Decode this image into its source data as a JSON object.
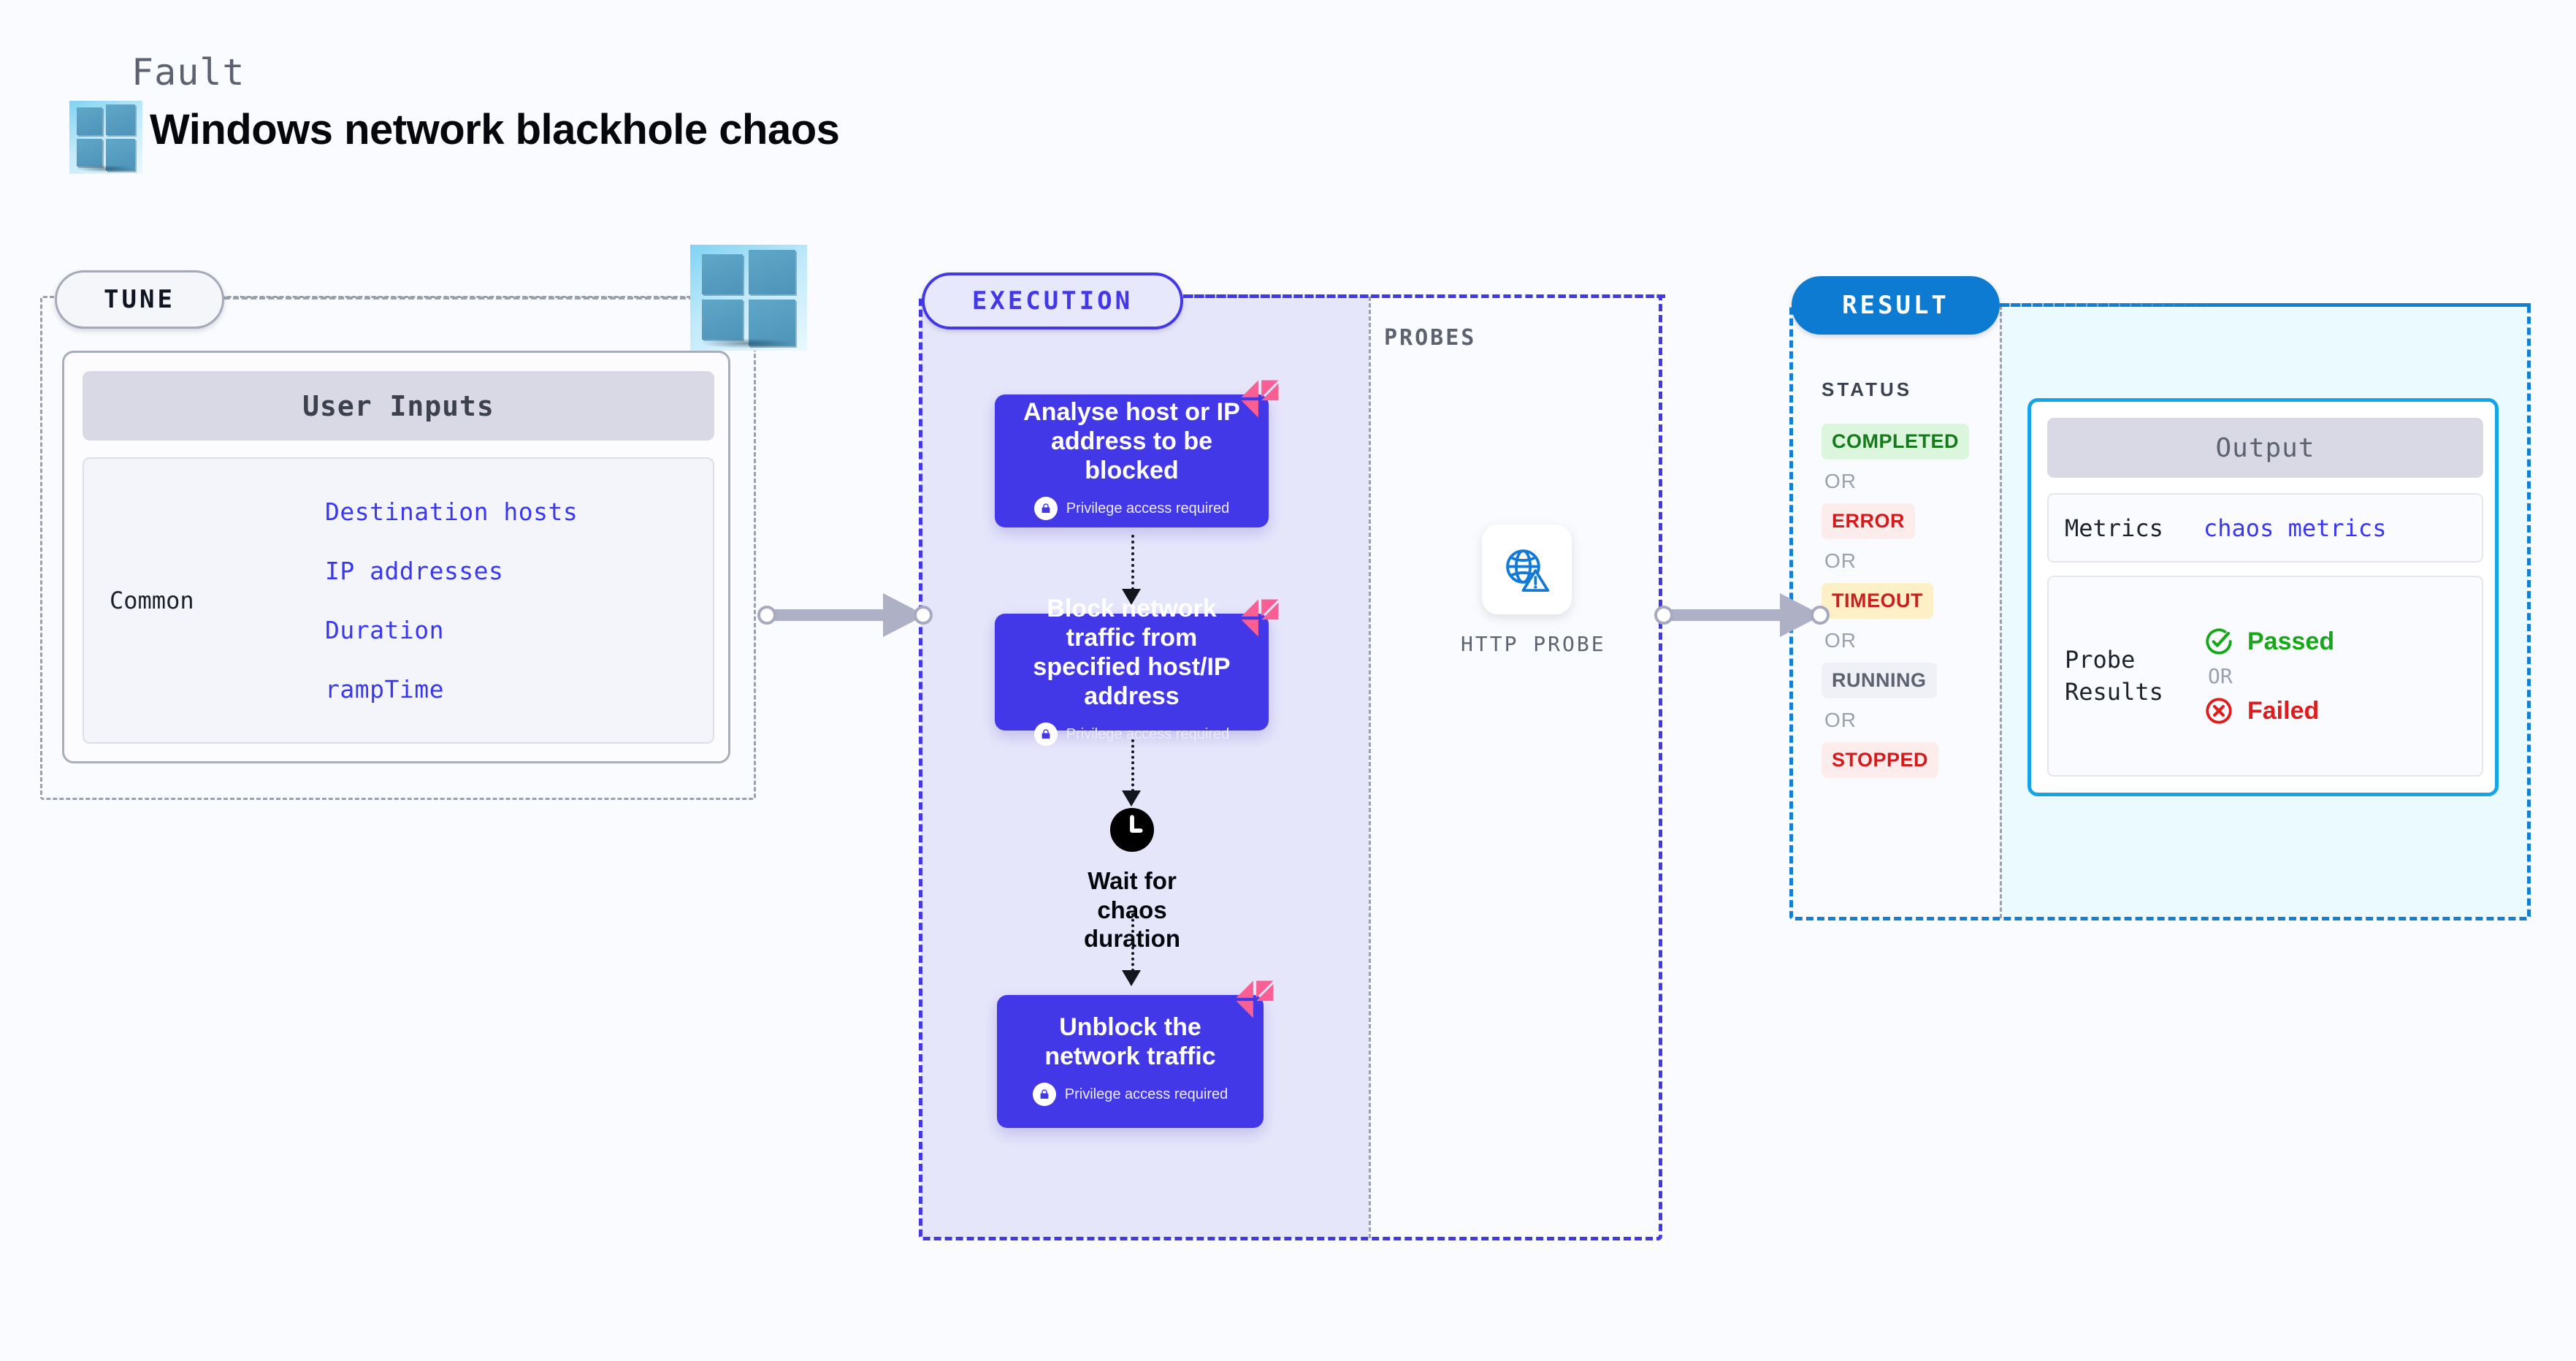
{
  "header": {
    "kicker": "Fault",
    "title": "Windows network blackhole chaos",
    "logo_icon": "windows-logo-icon"
  },
  "tune": {
    "pill_label": "TUNE",
    "logo_icon": "windows-logo-icon",
    "user_inputs_title": "User Inputs",
    "group_label": "Common",
    "inputs": [
      "Destination hosts",
      "IP addresses",
      "Duration",
      "rampTime"
    ]
  },
  "execution": {
    "pill_label": "EXECUTION",
    "steps": [
      {
        "title": "Analyse host or IP address to be blocked",
        "privilege": "Privilege access required",
        "lock_icon": "lock-icon",
        "ribbon_icon": "chaos-ribbon-icon"
      },
      {
        "title": "Block network traffic from specified host/IP address",
        "privilege": "Privilege access required",
        "lock_icon": "lock-icon",
        "ribbon_icon": "chaos-ribbon-icon"
      },
      {
        "title": "Unblock the network traffic",
        "privilege": "Privilege access required",
        "lock_icon": "lock-icon",
        "ribbon_icon": "chaos-ribbon-icon"
      }
    ],
    "wait_step": {
      "label": "Wait for chaos duration",
      "icon": "clock-icon"
    }
  },
  "probes": {
    "section_label": "PROBES",
    "items": [
      {
        "caption": "HTTP PROBE",
        "icon": "globe-warning-icon"
      }
    ]
  },
  "result": {
    "pill_label": "RESULT",
    "status_label": "STATUS",
    "or_label": "OR",
    "statuses": [
      {
        "label": "COMPLETED",
        "bg": "#dcf5dd",
        "fg": "#167a1c"
      },
      {
        "label": "ERROR",
        "bg": "#fdecec",
        "fg": "#d31b1b"
      },
      {
        "label": "TIMEOUT",
        "bg": "#fdefc6",
        "fg": "#c81f1f"
      },
      {
        "label": "RUNNING",
        "bg": "#f0f1f7",
        "fg": "#5c6270"
      },
      {
        "label": "STOPPED",
        "bg": "#fdecec",
        "fg": "#d31b1b"
      }
    ],
    "output": {
      "title": "Output",
      "metrics_key": "Metrics",
      "metrics_value": "chaos metrics",
      "probe_results_key": "Probe Results",
      "passed_label": "Passed",
      "failed_label": "Failed",
      "or_label": "OR",
      "passed_icon": "check-circle-icon",
      "failed_icon": "x-circle-icon"
    }
  },
  "colors": {
    "page_bg": "#fafbfe",
    "purple": "#4338e8",
    "purple_fill": "#e6e6fb",
    "blue": "#127fd2",
    "cyan_panel": "#eafaff",
    "cyan_border": "#14a5e8",
    "gray_dash": "#9aa0ae",
    "pink_ribbon": "#fa5f94",
    "green": "#17a81a",
    "red": "#e01b1b"
  }
}
